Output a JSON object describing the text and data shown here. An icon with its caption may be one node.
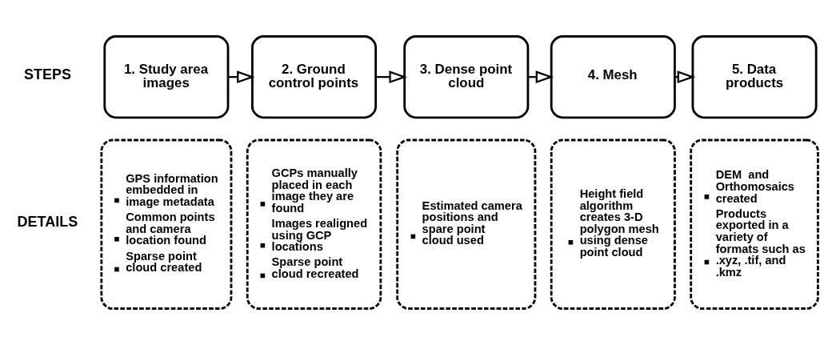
{
  "diagram": {
    "nodes": [
      {
        "text": [
          "1. Study area images"
        ]
      },
      {
        "text": [
          "2. Ground control points"
        ]
      },
      {
        "text": [
          "3. Dense point cloud"
        ]
      },
      {
        "text": [
          "4. Mesh"
        ]
      },
      {
        "text": [
          "5. Data products"
        ]
      },
      {
        "text": [
          "GPS information embedded in image metadata",
          "Common points and camera location found",
          "Sparse point cloud created"
        ]
      },
      {
        "text": [
          "GCPs manually placed in each image they are found",
          "Images realigned using GCP locations",
          "Sparse point cloud recreated"
        ]
      },
      {
        "text": [
          "Estimated camera positions and spare point cloud used"
        ]
      },
      {
        "text": [
          "Height field algorithm creates 3-D polygon mesh using dense point cloud"
        ]
      },
      {
        "text": [
          "DEM  and Orthomosaics created",
          "Products exported in a variety of formats such as .xyz, .tif, and .kmz"
        ]
      }
    ],
    "edges": [
      {
        "from": 0,
        "to": 1,
        "arrow": "to"
      },
      {
        "from": 1,
        "to": 2,
        "arrow": "to"
      },
      {
        "from": 2,
        "to": 3,
        "arrow": "to"
      },
      {
        "from": 3,
        "to": 4,
        "arrow": "to"
      }
    ],
    "labels": [
      "STEPS",
      "DETAILS"
    ]
  }
}
